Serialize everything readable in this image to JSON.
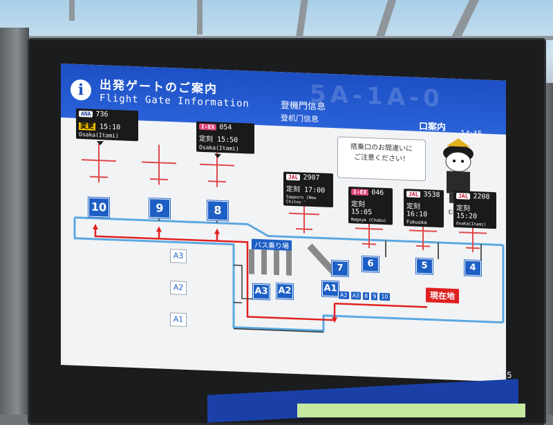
{
  "header": {
    "title_jp": "出発ゲートのご案内",
    "title_en": "Flight Gate Information",
    "subtitle_jp": "登機門信息",
    "subtitle_cn": "登机门信息",
    "floor_label": "口案内",
    "time": "14:45",
    "reflection": "5A-1A-0"
  },
  "notice": {
    "line1": "搭乗口のお間違いに",
    "line2": "ご注意ください！"
  },
  "mascot": {
    "label": "むすび丸"
  },
  "flights": [
    {
      "airline": "ANA",
      "number": "736",
      "status": "変更",
      "time": "15:10",
      "destination": "Osaka(Itami)",
      "highlight": true
    },
    {
      "airline": "I-EX",
      "number": "054",
      "status": "定刻",
      "time": "15:50",
      "destination": "Osaka(Itami)",
      "highlight": false
    },
    {
      "airline": "JAL",
      "number": "2907",
      "status": "定刻",
      "time": "17:00",
      "destination": "Sapporo (New Chitose)",
      "highlight": false
    },
    {
      "airline": "I-EX",
      "number": "046",
      "status": "定刻",
      "time": "15:05",
      "destination": "Nagoya (Chubu)",
      "highlight": false
    },
    {
      "airline": "JAL",
      "number": "3538",
      "status": "定刻",
      "time": "16:10",
      "destination": "Fukuoka",
      "highlight": false
    },
    {
      "airline": "JAL",
      "number": "2208",
      "status": "定刻",
      "time": "15:20",
      "destination": "Osaka(Itami)",
      "highlight": false
    }
  ],
  "gates": [
    "10",
    "9",
    "8",
    "7",
    "6",
    "5",
    "4"
  ],
  "bus_gates": [
    "A1",
    "A2",
    "A3"
  ],
  "area_labels": [
    "A3",
    "A2",
    "A1"
  ],
  "bus_area_label": "バス乗り場",
  "mini_gates": [
    "A2",
    "A3",
    "8",
    "9",
    "10"
  ],
  "current_location": "現在地",
  "bezel_time": "14:45",
  "colors": {
    "header": "#1d4fc4",
    "gate": "#1d5fc4",
    "route": "#e02020",
    "plane": "#e04848"
  }
}
